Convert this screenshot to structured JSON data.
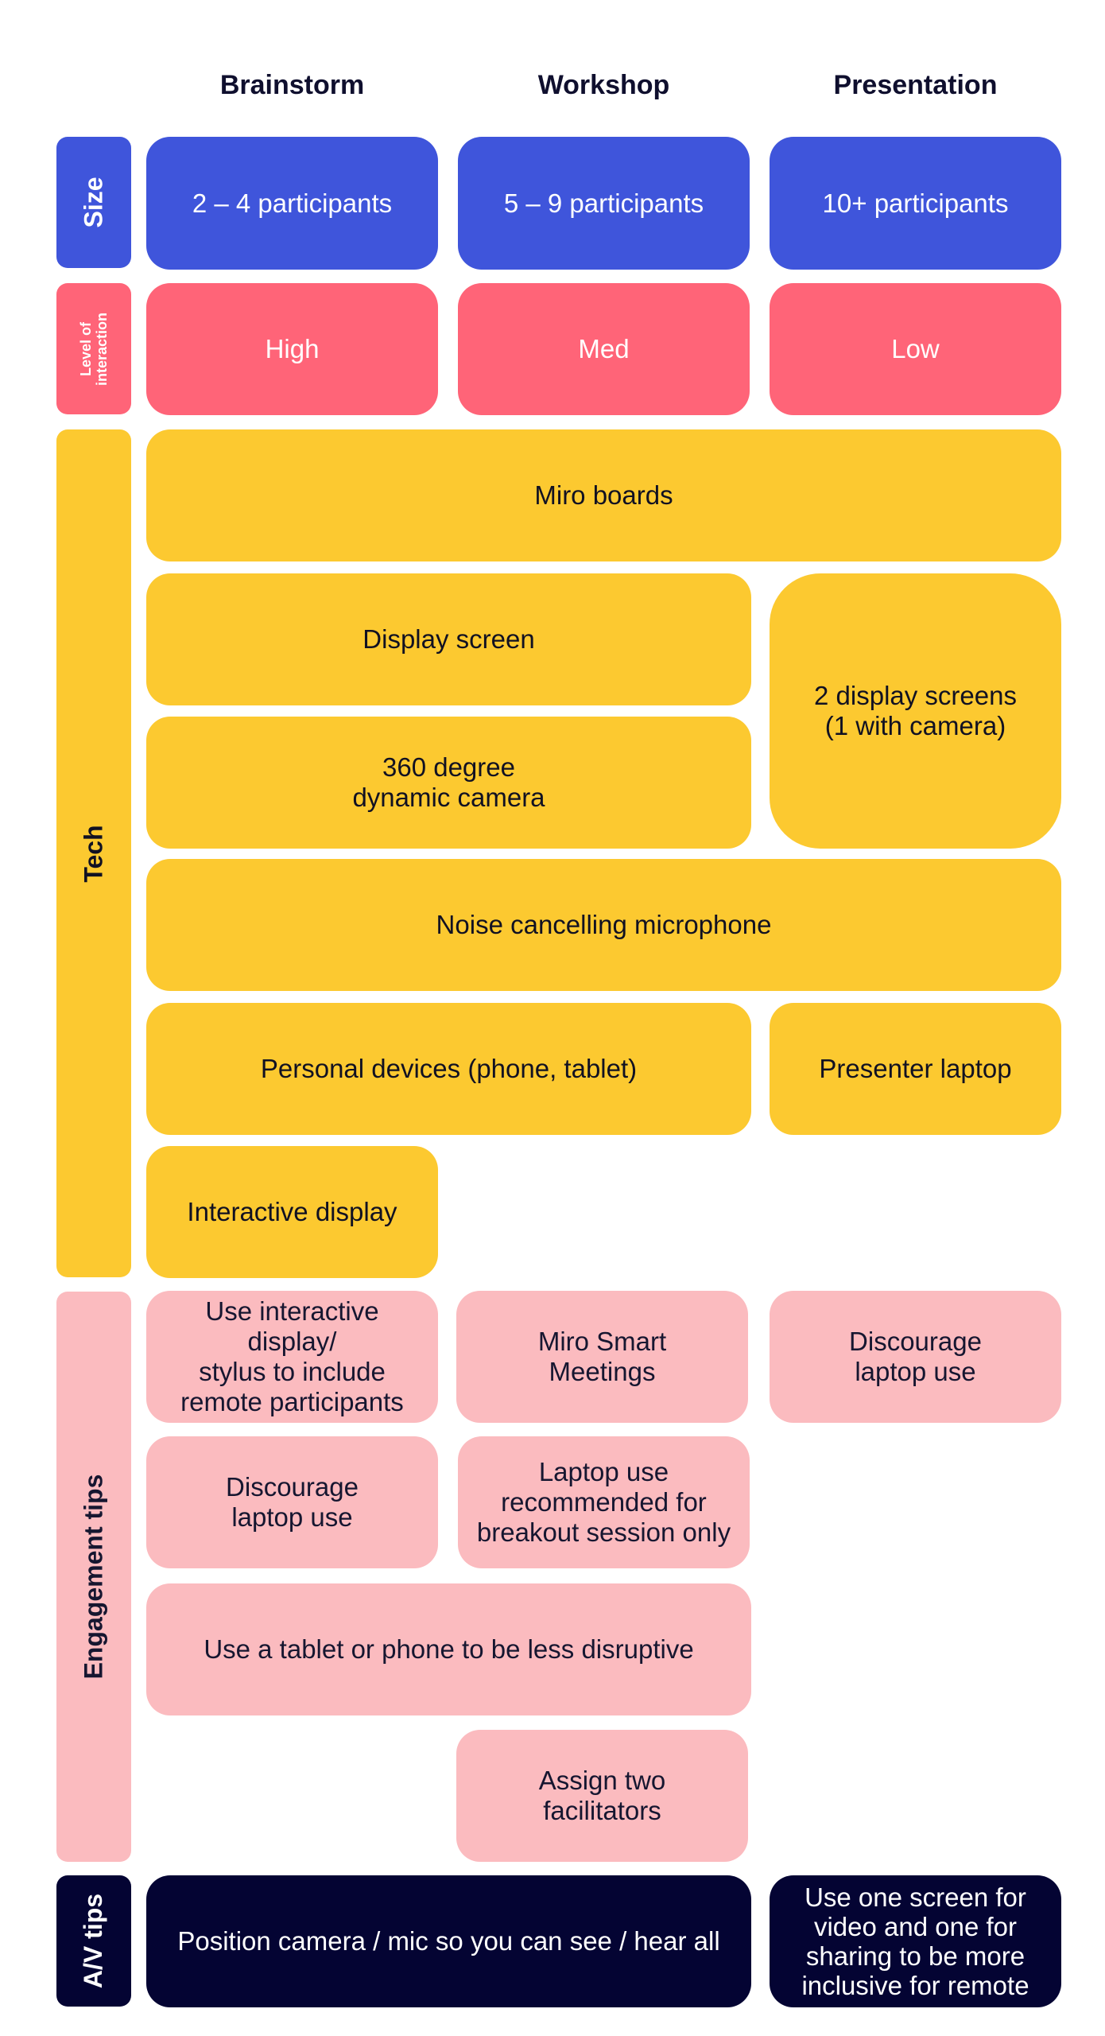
{
  "columns": [
    "Brainstorm",
    "Workshop",
    "Presentation"
  ],
  "rows": {
    "size": "Size",
    "interaction": "Level of\ninteraction",
    "tech": "Tech",
    "engagement": "Engagement tips",
    "av": "A/V tips"
  },
  "size": [
    "2 – 4 participants",
    "5 – 9 participants",
    "10+ participants"
  ],
  "interaction": [
    "High",
    "Med",
    "Low"
  ],
  "tech": {
    "miro_boards": "Miro boards",
    "display_screen": "Display screen",
    "two_display_screens": "2 display screens\n(1 with camera)",
    "camera_360": "360 degree\ndynamic camera",
    "noise_mic": "Noise cancelling microphone",
    "personal_devices": "Personal devices (phone, tablet)",
    "presenter_laptop": "Presenter laptop",
    "interactive_display": "Interactive display"
  },
  "engagement": {
    "use_interactive_display": "Use interactive display/\nstylus to include\nremote participants",
    "miro_smart_meetings": "Miro Smart\nMeetings",
    "discourage_laptop_presentation": "Discourage\nlaptop use",
    "discourage_laptop_brainstorm": "Discourage\nlaptop use",
    "laptop_breakout": "Laptop use\nrecommended for\nbreakout session only",
    "tablet_phone": "Use a tablet or phone to be less disruptive",
    "assign_facilitators": "Assign two\nfacilitators"
  },
  "av": {
    "position_camera": "Position camera / mic so you can see / hear all",
    "one_screen": "Use one screen for\nvideo and one for\nsharing to be more\ninclusive for remote"
  },
  "colors": {
    "size": "#3f55db",
    "interaction": "#ff6478",
    "tech": "#fcc930",
    "engagement": "#fbbbbf",
    "av": "#040433",
    "header_text": "#0f0f2e"
  }
}
